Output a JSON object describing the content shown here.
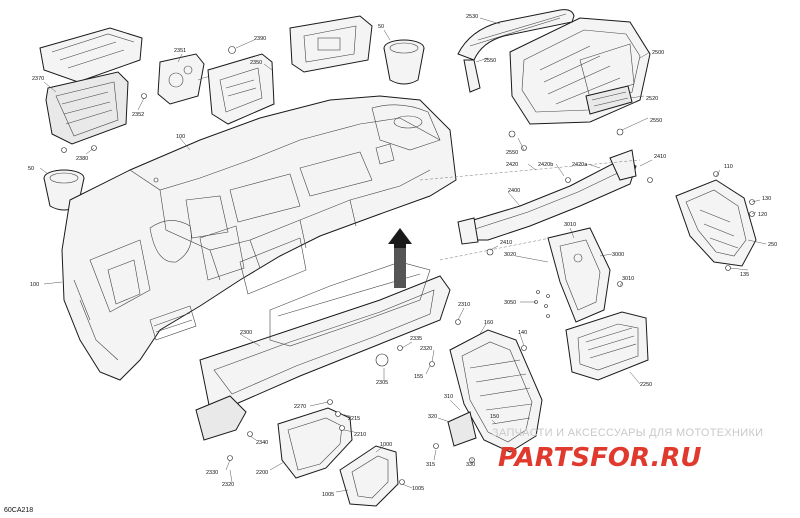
{
  "figure_id": "60CA218",
  "watermark": {
    "caption": "ЗАПЧАСТИ И АКСЕССУАРЫ ДЛЯ МОТОТЕХНИКИ",
    "logo": "PARTSFOR.RU"
  },
  "parts": [
    {
      "id": "p2370",
      "ref": "2370"
    },
    {
      "id": "p2380",
      "ref": "2380"
    },
    {
      "id": "p2352",
      "ref": "2352"
    },
    {
      "id": "p2351",
      "ref": "2351"
    },
    {
      "id": "p2390",
      "ref": "2390"
    },
    {
      "id": "p2350",
      "ref": "2350"
    },
    {
      "id": "p50a",
      "ref": "50"
    },
    {
      "id": "p50b",
      "ref": "50"
    },
    {
      "id": "p100a",
      "ref": "100"
    },
    {
      "id": "p100b",
      "ref": "100"
    },
    {
      "id": "p2530",
      "ref": "2530"
    },
    {
      "id": "p2550a",
      "ref": "2550"
    },
    {
      "id": "p2500",
      "ref": "2500"
    },
    {
      "id": "p2520",
      "ref": "2520"
    },
    {
      "id": "p2550b",
      "ref": "2550"
    },
    {
      "id": "p2550c",
      "ref": "2550"
    },
    {
      "id": "p2420",
      "ref": "2420"
    },
    {
      "id": "p2420b",
      "ref": "2420b"
    },
    {
      "id": "p2420a",
      "ref": "2420a"
    },
    {
      "id": "p2410a",
      "ref": "2410"
    },
    {
      "id": "p2400",
      "ref": "2400"
    },
    {
      "id": "p2410b",
      "ref": "2410"
    },
    {
      "id": "p110",
      "ref": "110"
    },
    {
      "id": "p130",
      "ref": "130"
    },
    {
      "id": "p120",
      "ref": "120"
    },
    {
      "id": "p250",
      "ref": "250"
    },
    {
      "id": "p135",
      "ref": "135"
    },
    {
      "id": "p3010a",
      "ref": "3010"
    },
    {
      "id": "p3000",
      "ref": "3000"
    },
    {
      "id": "p3010b",
      "ref": "3010"
    },
    {
      "id": "p3020",
      "ref": "3020"
    },
    {
      "id": "p3050",
      "ref": "3050"
    },
    {
      "id": "p2310",
      "ref": "2310"
    },
    {
      "id": "p2300",
      "ref": "2300"
    },
    {
      "id": "p2335",
      "ref": "2335"
    },
    {
      "id": "p2320a",
      "ref": "2320"
    },
    {
      "id": "p160",
      "ref": "160"
    },
    {
      "id": "p140",
      "ref": "140"
    },
    {
      "id": "p2250",
      "ref": "2250"
    },
    {
      "id": "p155",
      "ref": "155"
    },
    {
      "id": "p2305",
      "ref": "2305"
    },
    {
      "id": "p2270",
      "ref": "2270"
    },
    {
      "id": "p2215",
      "ref": "2215"
    },
    {
      "id": "p2210",
      "ref": "2210"
    },
    {
      "id": "p2340",
      "ref": "2340"
    },
    {
      "id": "p2330",
      "ref": "2330"
    },
    {
      "id": "p2320b",
      "ref": "2320"
    },
    {
      "id": "p2200",
      "ref": "2200"
    },
    {
      "id": "p1000",
      "ref": "1000"
    },
    {
      "id": "p1005a",
      "ref": "1005"
    },
    {
      "id": "p1005b",
      "ref": "1005"
    },
    {
      "id": "p310",
      "ref": "310"
    },
    {
      "id": "p320",
      "ref": "320"
    },
    {
      "id": "p315",
      "ref": "315"
    },
    {
      "id": "p330",
      "ref": "330"
    },
    {
      "id": "p150",
      "ref": "150"
    }
  ]
}
